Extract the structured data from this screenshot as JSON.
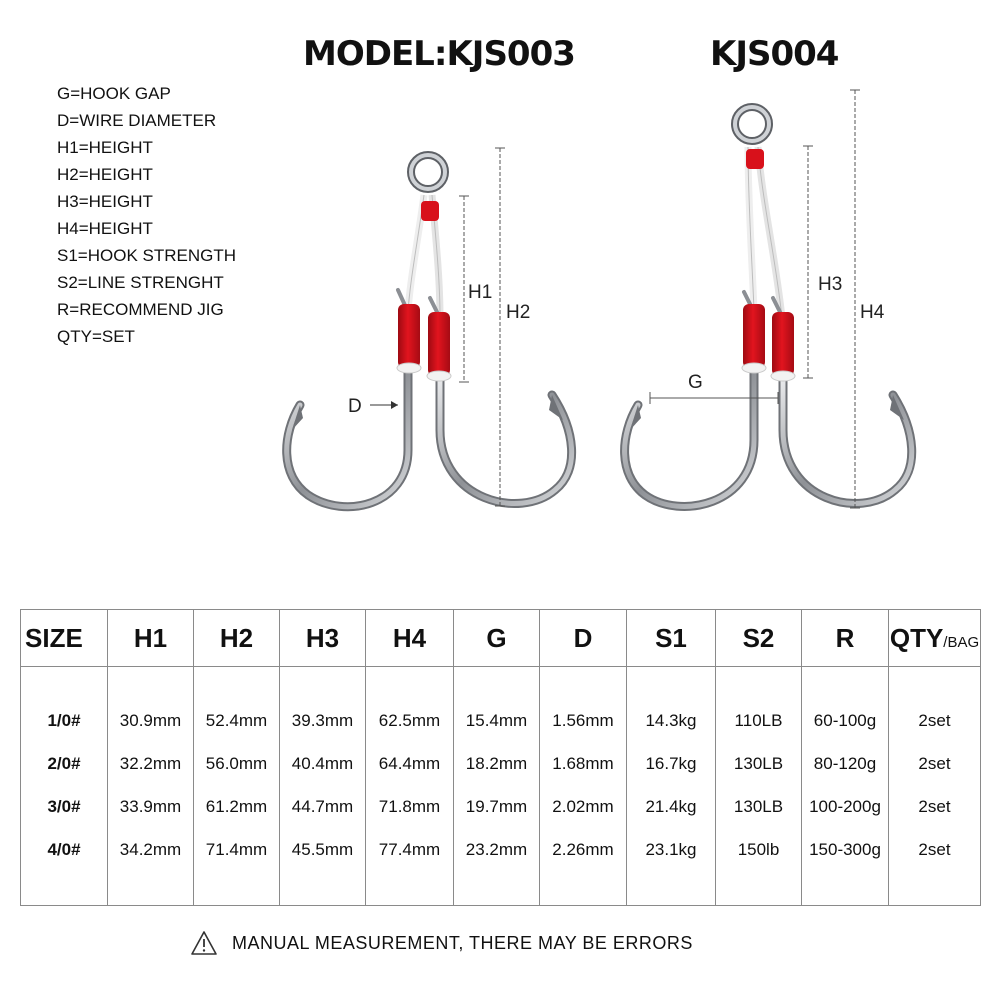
{
  "titles": {
    "model1": "MODEL:KJS003",
    "model2": "KJS004"
  },
  "legend": [
    "G=HOOK GAP",
    "D=WIRE DIAMETER",
    "H1=HEIGHT",
    "H2=HEIGHT",
    "H3=HEIGHT",
    "H4=HEIGHT",
    "S1=HOOK STRENGTH",
    "S2=LINE STRENGHT",
    "R=RECOMMEND JIG",
    "QTY=SET"
  ],
  "diagram_labels": {
    "d": "D",
    "h1": "H1",
    "h2": "H2",
    "g": "G",
    "h3": "H3",
    "h4": "H4"
  },
  "table": {
    "headers": [
      "SIZE",
      "H1",
      "H2",
      "H3",
      "H4",
      "G",
      "D",
      "S1",
      "S2",
      "R",
      "QTY"
    ],
    "qty_unit": "/BAG",
    "columns": [
      [
        "1/0#",
        "2/0#",
        "3/0#",
        "4/0#"
      ],
      [
        "30.9mm",
        "32.2mm",
        "33.9mm",
        "34.2mm"
      ],
      [
        "52.4mm",
        "56.0mm",
        "61.2mm",
        "71.4mm"
      ],
      [
        "39.3mm",
        "40.4mm",
        "44.7mm",
        "45.5mm"
      ],
      [
        "62.5mm",
        "64.4mm",
        "71.8mm",
        "77.4mm"
      ],
      [
        "15.4mm",
        "18.2mm",
        "19.7mm",
        "23.2mm"
      ],
      [
        "1.56mm",
        "1.68mm",
        "2.02mm",
        "2.26mm"
      ],
      [
        "14.3kg",
        "16.7kg",
        "21.4kg",
        "23.1kg"
      ],
      [
        "110LB",
        "130LB",
        "130LB",
        "150lb"
      ],
      [
        "60-100g",
        "80-120g",
        "100-200g",
        "150-300g"
      ],
      [
        "2set",
        "2set",
        "2set",
        "2set"
      ]
    ]
  },
  "warning": {
    "text": "MANUAL MEASUREMENT, THERE MAY BE ERRORS",
    "icon": "warning-triangle-icon"
  },
  "colors": {
    "thread_red": "#d8111b",
    "hook_silver": "#9a9da2"
  }
}
